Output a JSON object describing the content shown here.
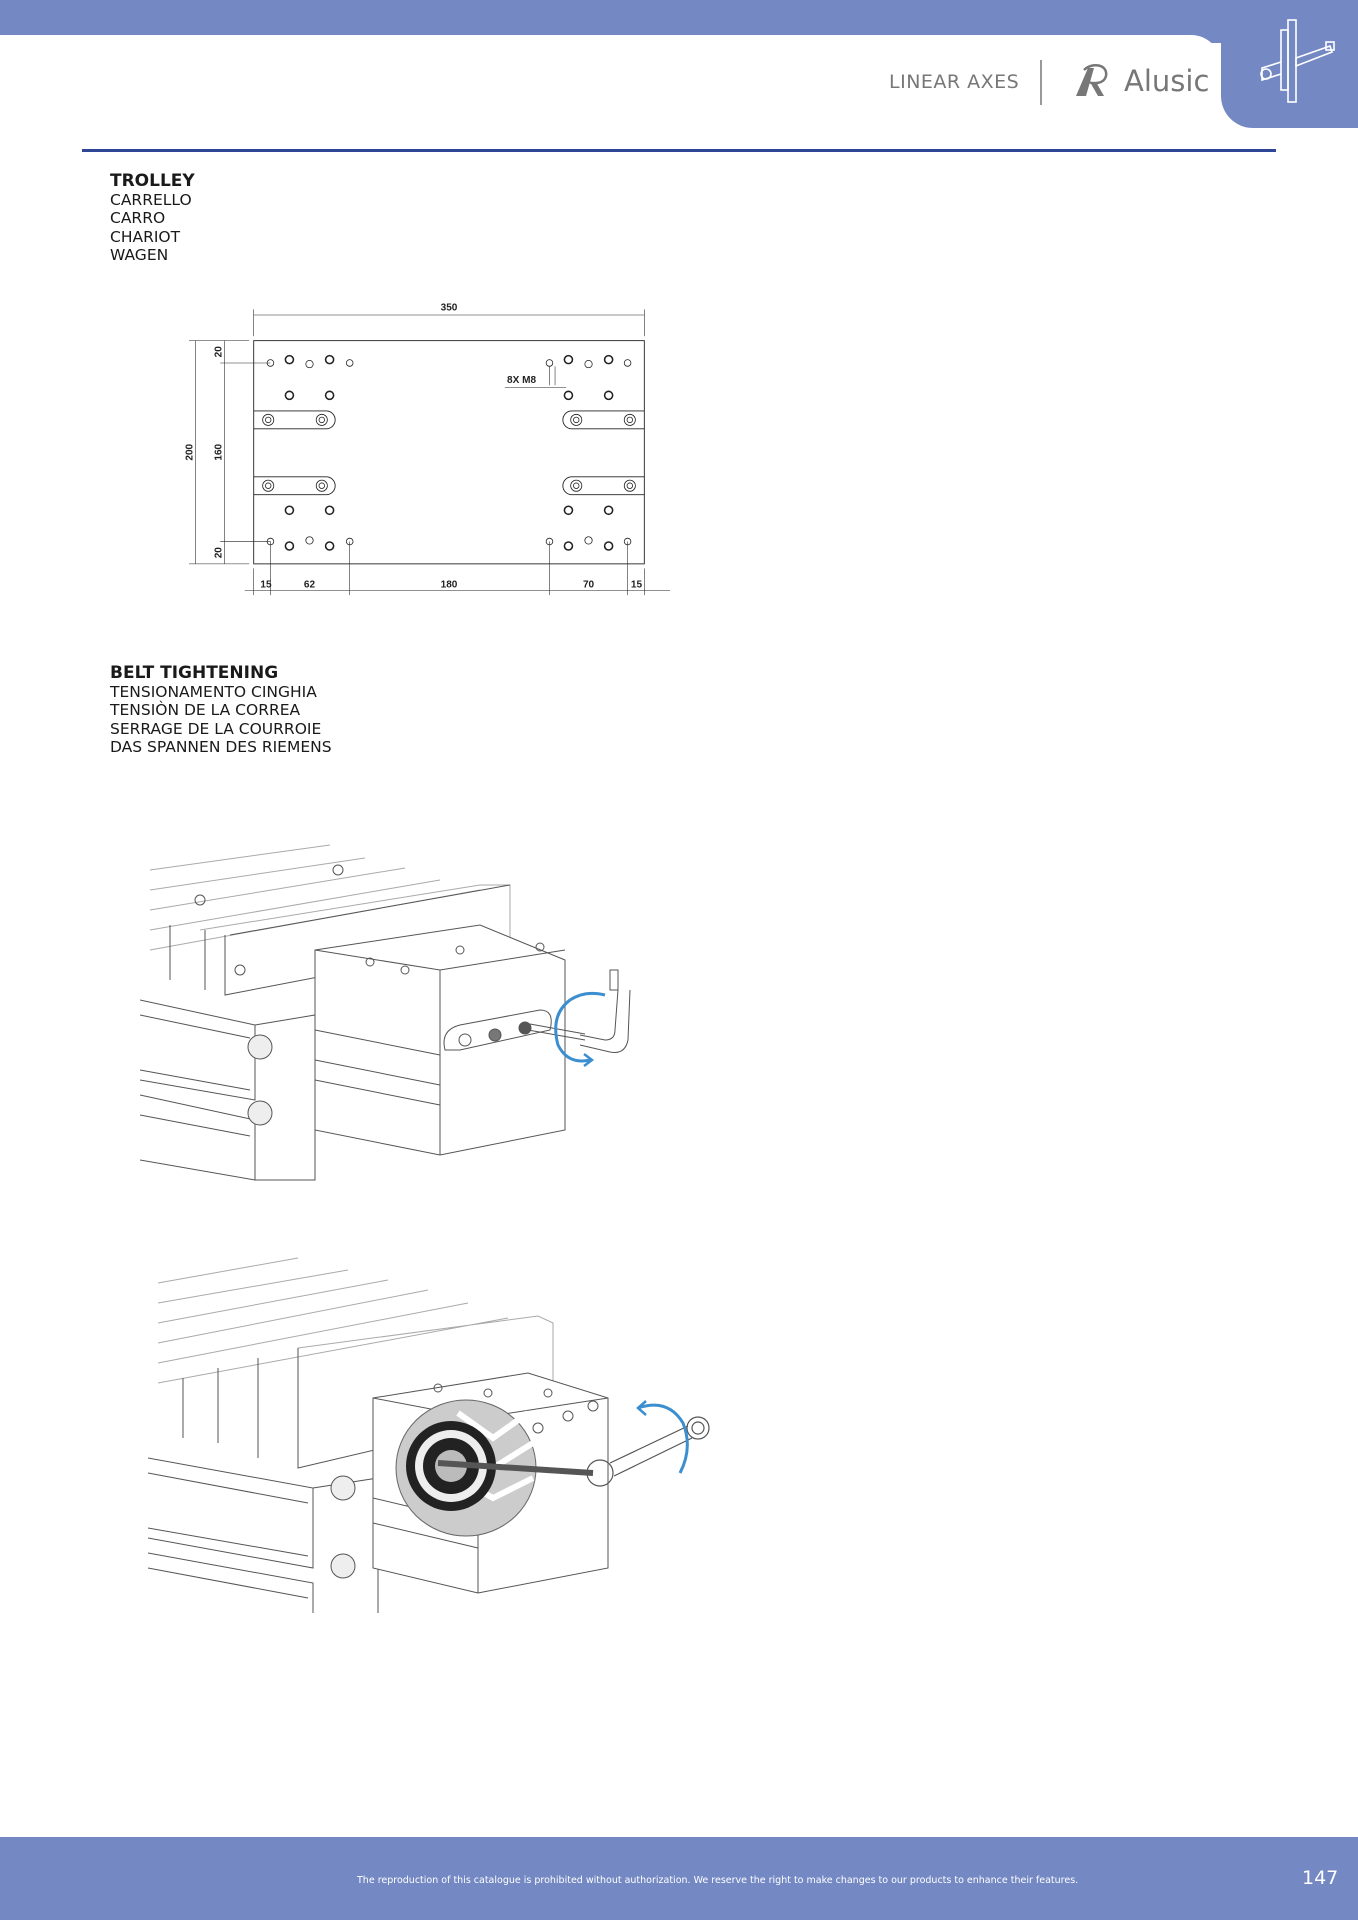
{
  "header": {
    "section_title": "LINEAR AXES",
    "brand": "Alusic",
    "colors": {
      "band": "#7489c4",
      "rule": "#2f4595",
      "arrow": "#3b8fd0"
    }
  },
  "trolley": {
    "title": "TROLLEY",
    "translations": [
      "CARRELLO",
      "CARRO",
      "CHARIOT",
      "WAGEN"
    ],
    "drawing": {
      "width_dim": "350",
      "height_dim": "200",
      "inner_height_dim": "160",
      "edge_dim_top": "20",
      "edge_dim_bottom": "20",
      "bottom_dims": [
        "15",
        "62",
        "180",
        "70",
        "15"
      ],
      "hole_callout": "8X M8"
    }
  },
  "belt": {
    "title": "BELT TIGHTENING",
    "translations": [
      "TENSIONAMENTO CINGHIA",
      "TENSIÒN DE LA CORREA",
      "SERRAGE DE LA COURROIE",
      "DAS SPANNEN DES RIEMENS"
    ]
  },
  "footer": {
    "notice": "The reproduction of this catalogue is prohibited without authorization. We reserve the right to make changes to our products to enhance their features.",
    "page_number": "147"
  }
}
